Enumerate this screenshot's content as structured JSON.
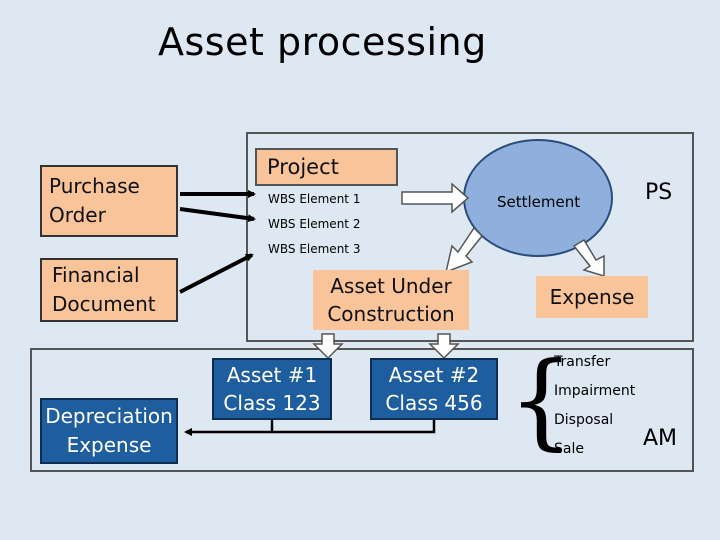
{
  "title": "Asset processing",
  "boxes": {
    "purchase_order": "Purchase Order",
    "financial_document": "Financial Document",
    "depreciation_expense": "Depreciation Expense",
    "project": "Project",
    "asset_under_construction": "Asset Under Construction",
    "expense": "Expense",
    "asset1": "Asset #1 Class 123",
    "asset2": "Asset #2 Class 456"
  },
  "wbs_elements": [
    "WBS Element 1",
    "WBS Element 2",
    "WBS Element 3"
  ],
  "settlement": "Settlement",
  "modules": {
    "ps": "PS",
    "am": "AM"
  },
  "transactions": [
    "Transfer",
    "Impairment",
    "Disposal",
    "Sale"
  ],
  "colors": {
    "orange_box": "#f9c49a",
    "blue_box": "#1f5e9e",
    "settlement_ellipse": "#8fb0dd",
    "background": "#dde8f3"
  }
}
